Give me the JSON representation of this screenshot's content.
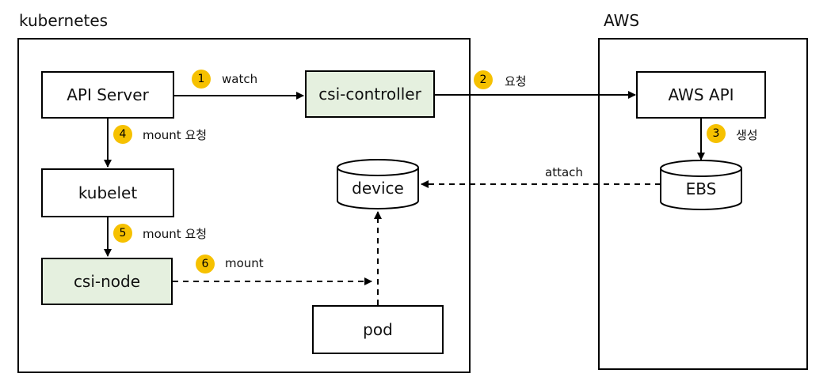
{
  "regions": {
    "kubernetes": "kubernetes",
    "aws": "AWS"
  },
  "nodes": {
    "api_server": "API Server",
    "csi_controller": "csi-controller",
    "kubelet": "kubelet",
    "csi_node": "csi-node",
    "device": "device",
    "pod": "pod",
    "aws_api": "AWS API",
    "ebs": "EBS"
  },
  "steps": {
    "s1": {
      "num": "1",
      "label": "watch"
    },
    "s2": {
      "num": "2",
      "label": "요청"
    },
    "s3": {
      "num": "3",
      "label": "생성"
    },
    "s4": {
      "num": "4",
      "label": "mount 요청"
    },
    "s5": {
      "num": "5",
      "label": "mount 요청"
    },
    "s6": {
      "num": "6",
      "label": "mount"
    }
  },
  "attach_label": "attach",
  "colors": {
    "badge": "#f6c100",
    "green_box": "#e5f0df",
    "line": "#000000"
  }
}
